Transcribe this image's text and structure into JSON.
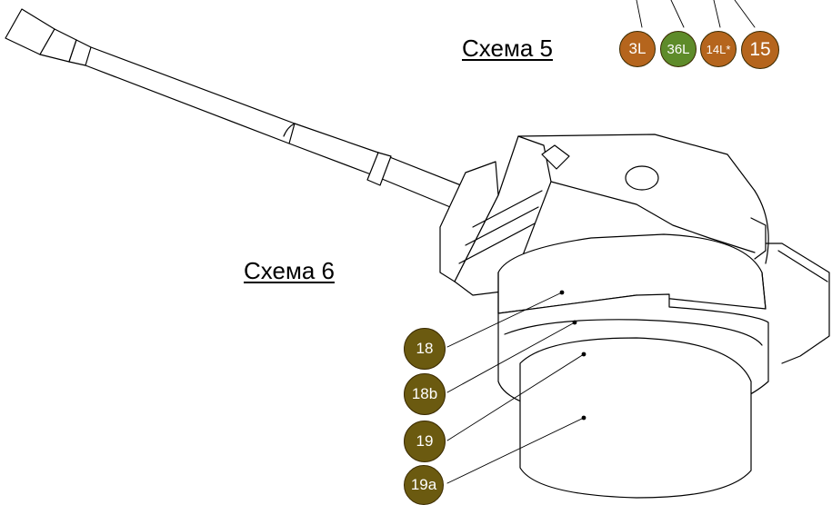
{
  "headings": {
    "scheme5": "Схема 5",
    "scheme6": "Схема 6"
  },
  "scheme5_badges": [
    {
      "label": "3L",
      "color": "#B5651D"
    },
    {
      "label": "36L",
      "color": "#5E8B2A"
    },
    {
      "label": "14L*",
      "color": "#B5651D"
    },
    {
      "label": "15",
      "color": "#B5651D"
    }
  ],
  "scheme6_badges": [
    {
      "label": "18",
      "color": "#6B5A10"
    },
    {
      "label": "18b",
      "color": "#6B5A10"
    },
    {
      "label": "19",
      "color": "#6B5A10"
    },
    {
      "label": "19a",
      "color": "#6B5A10"
    }
  ]
}
